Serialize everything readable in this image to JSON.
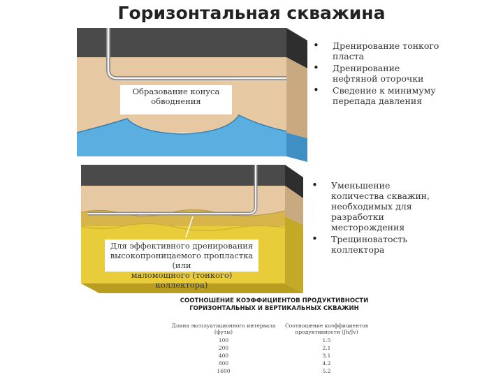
{
  "title": "Горизонтальная скважина",
  "top_bullets": [
    "Дренирование тонкого пласта",
    "Дренирование нефтяной оторочки",
    "Сведение к минимуму перепада давления"
  ],
  "bottom_bullets": [
    "Уменьшение количества скважин, необходимых для разработки месторождения",
    "Трещиноватость коллектора"
  ],
  "top_callout": [
    "Образование конуса",
    "обводнения"
  ],
  "bottom_callout": [
    "Для эффективного дренирования",
    "высокопроницаемого пропластка (или",
    "маломощного (тонкого) коллектора)"
  ],
  "table": {
    "title": [
      "СООТНОШЕНИЕ КОЭФФИЦИЕНТОВ ПРОДУКТИВНОСТИ",
      "ГОРИЗОНТАЛЬНЫХ И ВЕРТИКАЛЬНЫХ СКВАЖИН"
    ],
    "col1_header": [
      "Длина эксплуатационного интервала",
      "(футы)"
    ],
    "col2_header": [
      "Соотношение коэффициентов",
      "продуктивности (Jh/Jv)"
    ],
    "lengths": [
      "100",
      "200",
      "400",
      "800",
      "1600"
    ],
    "ratios": [
      "1.5",
      "2.1",
      "3.1",
      "4.2",
      "5.2"
    ]
  },
  "colors": {
    "cap_rock": "#4a4a4a",
    "sand": "#e6c9a2",
    "water": "#5aaee0",
    "yellow_sand": "#e8cc3a",
    "well": "#9a9a9a"
  }
}
